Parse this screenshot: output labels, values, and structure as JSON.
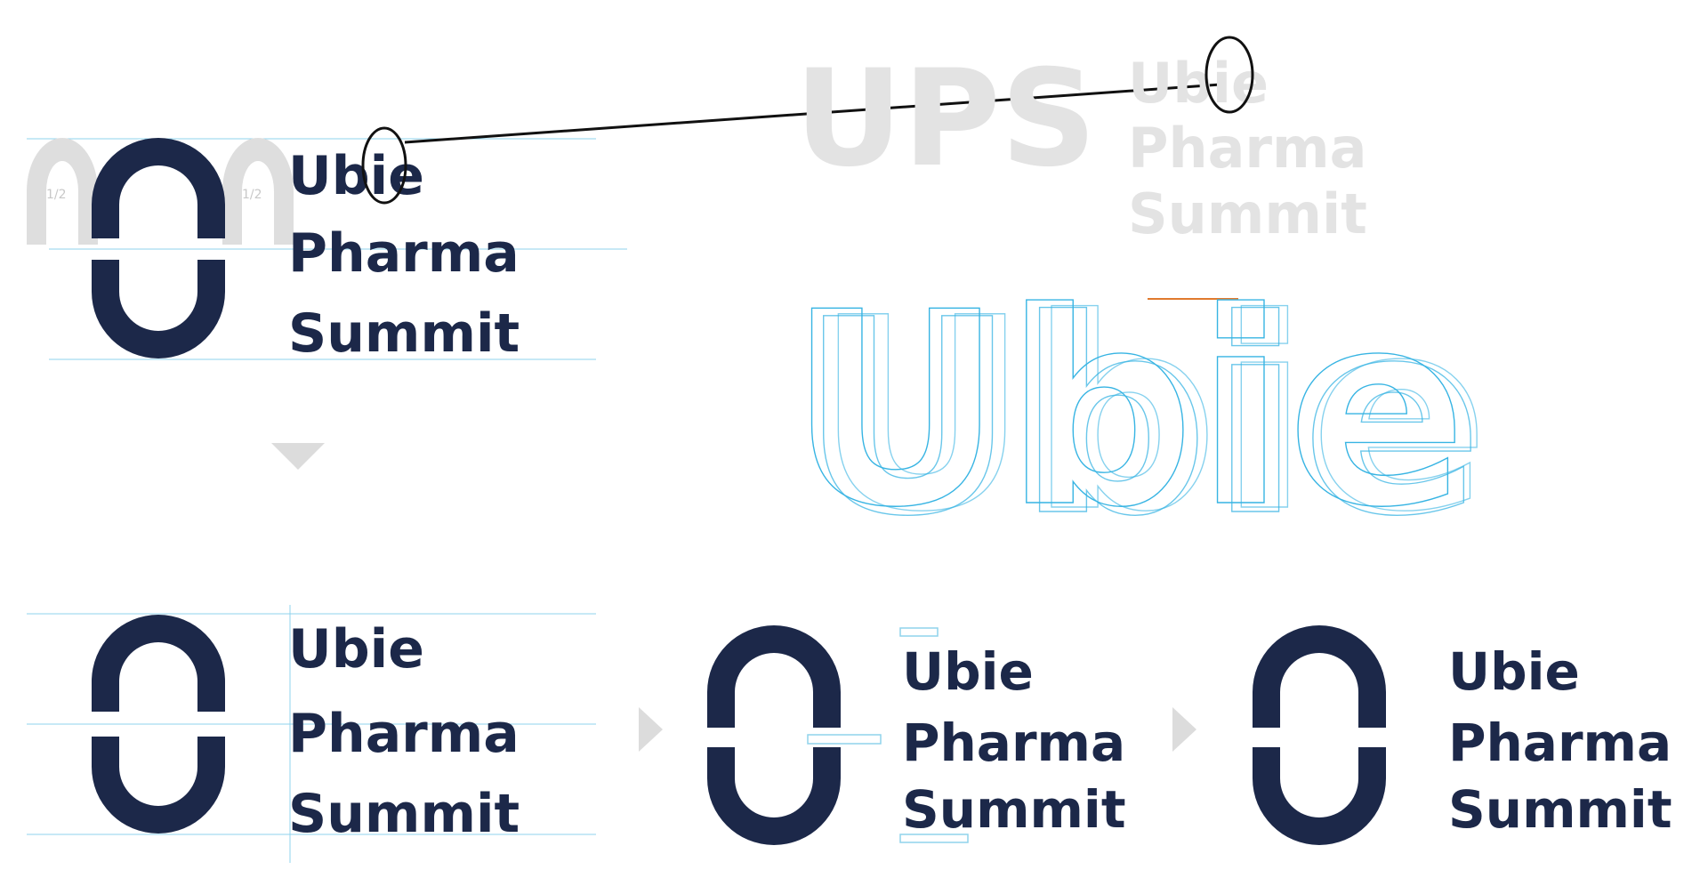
{
  "brand": {
    "line1": "Ubie",
    "line2": "Pharma",
    "line3": "Summit",
    "acronym": "UPS"
  },
  "outline_word": "Ubie",
  "half_label": "1/2",
  "colors": {
    "navy": "#1c2849",
    "guide": "#8fd3ec",
    "outline": "#37b4e3",
    "accent": "#e07a2e",
    "watermark": "#e3e3e3"
  }
}
